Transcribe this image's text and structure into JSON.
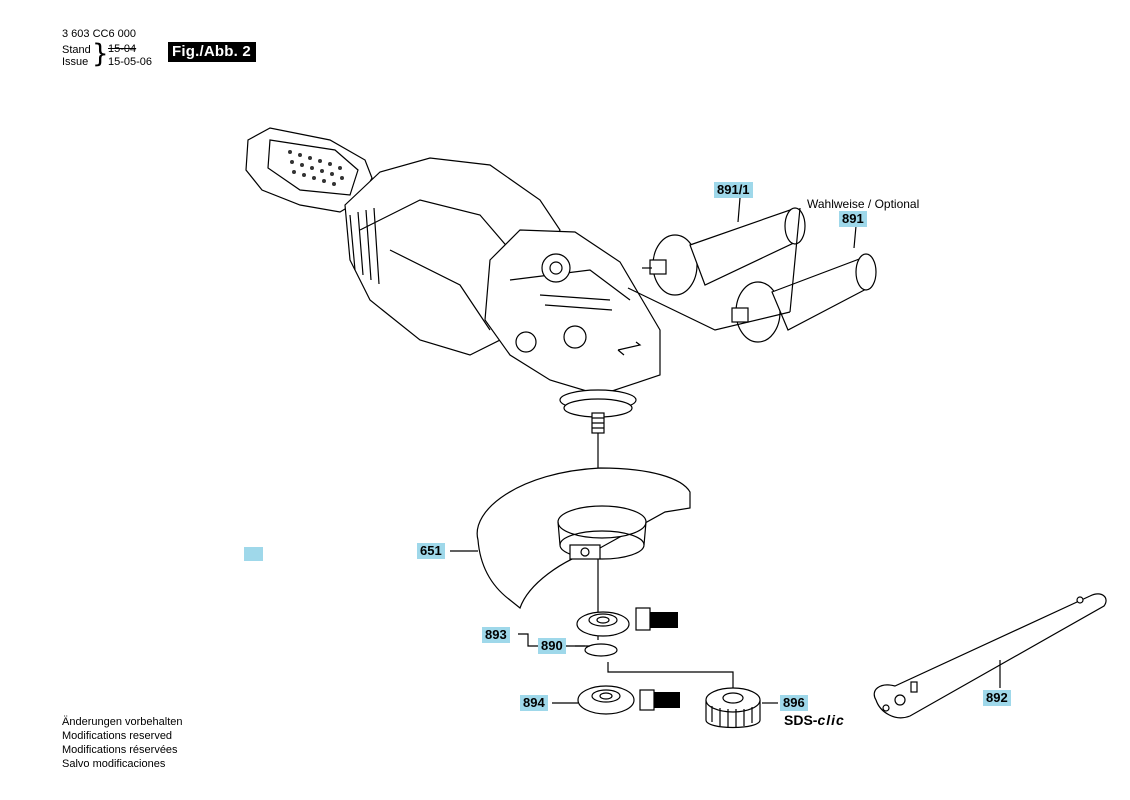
{
  "header": {
    "doc_number": "3 603 CC6 000",
    "stand_label": "Stand",
    "stand_date": "15-04",
    "issue_label": "Issue",
    "issue_date": "15-05-06",
    "figure_label": "Fig./Abb. 2"
  },
  "parts": {
    "p891_1": "891/1",
    "optional_note": "Wahlweise / Optional",
    "p891": "891",
    "p651": "651",
    "p893": "893",
    "p890": "890",
    "p894": "894",
    "p896": "896",
    "sds_prefix": "SDS-",
    "sds_suffix": "clic",
    "p892": "892"
  },
  "notes": [
    "Änderungen vorbehalten",
    "Modifications reserved",
    "Modifications réservées",
    "Salvo modificaciones"
  ],
  "colors": {
    "label_highlight": "#9fd8ea",
    "figure_label_bg": "#000000"
  }
}
